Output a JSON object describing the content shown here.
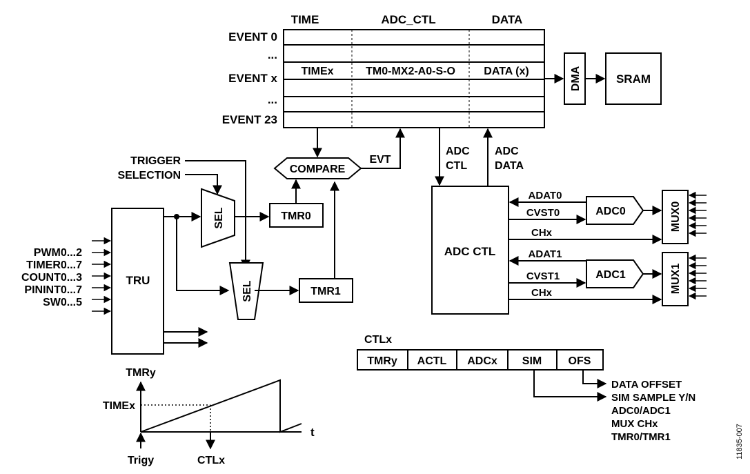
{
  "table": {
    "headers": [
      "TIME",
      "ADC_CTL",
      "DATA"
    ],
    "row_labels": [
      "EVENT 0",
      "...",
      "EVENT x",
      "...",
      "EVENT 23"
    ],
    "event_x_cells": [
      "TIMEx",
      "TM0-MX2-A0-S-O",
      "DATA (x)"
    ]
  },
  "dma": "DMA",
  "sram": "SRAM",
  "compare": "COMPARE",
  "evt": "EVT",
  "adc_ctl_link": [
    "ADC",
    "CTL"
  ],
  "adc_data_link": [
    "ADC",
    "DATA"
  ],
  "trigger_selection": [
    "TRIGGER",
    "SELECTION"
  ],
  "sel": "SEL",
  "tmr0": "TMR0",
  "tmr1": "TMR1",
  "tru": "TRU",
  "tru_inputs": [
    "PWM0...2",
    "TIMER0...7",
    "COUNT0...3",
    "PININT0...7",
    "SW0...5"
  ],
  "adc_ctl_block": "ADC CTL",
  "adc_ctl_signals_0": [
    "ADAT0",
    "CVST0",
    "CHx"
  ],
  "adc_ctl_signals_1": [
    "ADAT1",
    "CVST1",
    "CHx"
  ],
  "adc0": "ADC0",
  "adc1": "ADC1",
  "mux0": "MUX0",
  "mux1": "MUX1",
  "ctlx": {
    "title": "CTLx",
    "fields": [
      "TMRy",
      "ACTL",
      "ADCx",
      "SIM",
      "OFS"
    ],
    "descriptions": [
      "DATA OFFSET",
      "SIM SAMPLE Y/N",
      "ADC0/ADC1",
      "MUX CHx",
      "TMR0/TMR1"
    ]
  },
  "timing": {
    "axis_label": "TMRy",
    "level_label": "TIMEx",
    "time_label": "t",
    "trigger_label": "Trigy",
    "ctl_label": "CTLx"
  },
  "figure_id": "11835-007"
}
